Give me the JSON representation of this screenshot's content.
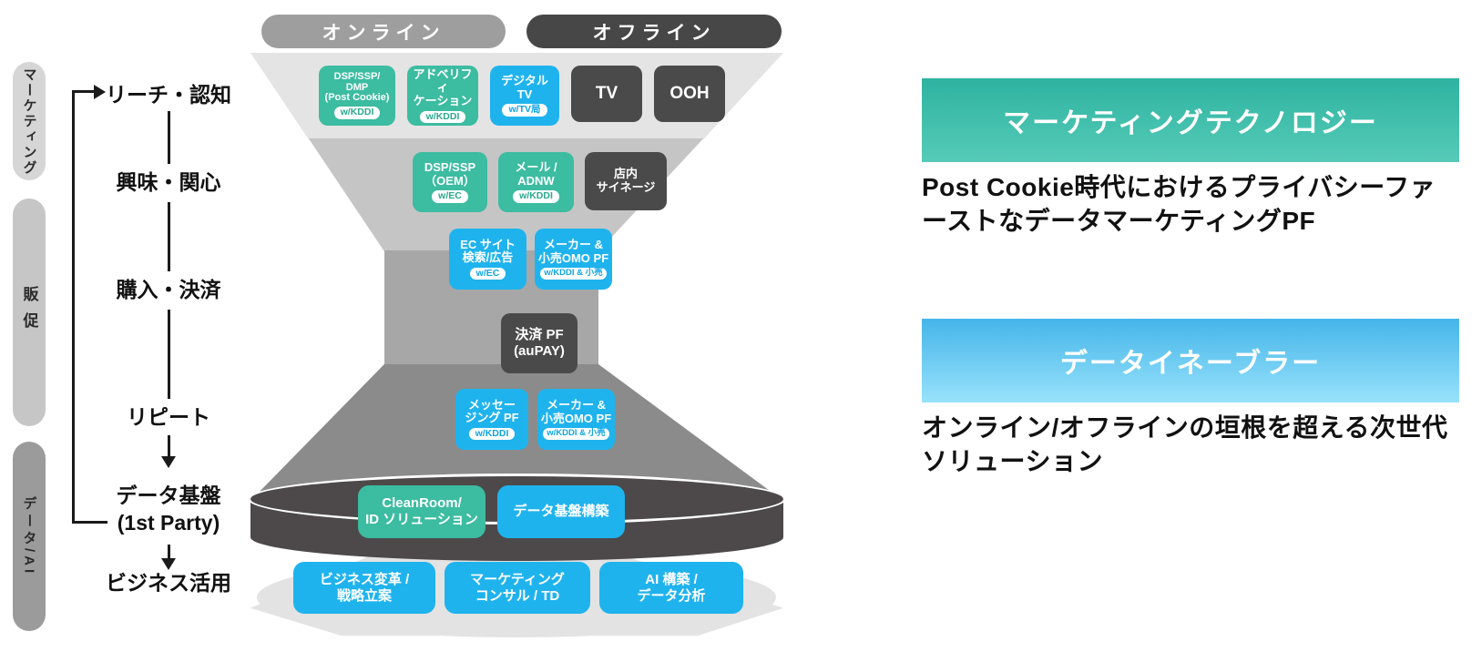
{
  "colors": {
    "teal_box": "#3cbca1",
    "blue_box": "#1fb3ee",
    "dark_box": "#4a4a4a",
    "online_pill": "#9e9e9e",
    "offline_pill": "#474747",
    "funnel_band_light": "#e4e4e4",
    "funnel_band_mid": "#c5c5c5",
    "funnel_neck": "#a7a7a7",
    "funnel_lower": "#8b8b8b",
    "cylinder": "#4d494a",
    "fan": "#e3e3e3",
    "banner_teal_top": "#2eb3a0",
    "banner_teal_bottom": "#55cbb8",
    "banner_blue_top": "#45b5e9",
    "banner_blue_bottom": "#98e2fb"
  },
  "sidebar": {
    "pills": [
      {
        "label": "マーケティング"
      },
      {
        "label": "販促"
      },
      {
        "label": "データ/AI"
      }
    ]
  },
  "journey": {
    "stages": [
      "リーチ・認知",
      "興味・関心",
      "購入・決済",
      "リピート",
      "データ基盤\n(1st Party)",
      "ビジネス活用"
    ]
  },
  "channels": {
    "online": "オンライン",
    "offline": "オフライン"
  },
  "funnel": {
    "rows": [
      {
        "boxes": [
          {
            "label": "DSP/SSP/\nDMP\n(Post Cookie)",
            "badge": "w/KDDI",
            "type": "teal"
          },
          {
            "label": "アドベリフィ\nケーション",
            "badge": "w/KDDI",
            "type": "teal"
          },
          {
            "label": "デジタル\nTV",
            "badge": "w/TV局",
            "type": "blue"
          },
          {
            "label": "TV",
            "type": "dark"
          },
          {
            "label": "OOH",
            "type": "dark"
          }
        ]
      },
      {
        "boxes": [
          {
            "label": "DSP/SSP\n（OEM）",
            "badge": "w/EC",
            "type": "teal"
          },
          {
            "label": "メール /\nADNW",
            "badge": "w/KDDI",
            "type": "teal"
          },
          {
            "label": "店内\nサイネージ",
            "type": "dark"
          }
        ]
      },
      {
        "boxes": [
          {
            "label": "EC サイト\n検索/広告",
            "badge": "w/EC",
            "type": "blue"
          },
          {
            "label": "メーカー &\n小売OMO PF",
            "badge": "w/KDDI & 小売",
            "type": "blue"
          }
        ]
      },
      {
        "boxes": [
          {
            "label": "決済 PF\n(auPAY)",
            "type": "dark"
          }
        ]
      },
      {
        "boxes": [
          {
            "label": "メッセー\nジング PF",
            "badge": "w/KDDI",
            "type": "blue"
          },
          {
            "label": "メーカー &\n小売OMO PF",
            "badge": "w/KDDI & 小売",
            "type": "blue"
          }
        ]
      }
    ],
    "data_layer": {
      "boxes": [
        {
          "label": "CleanRoom/\nID ソリューション",
          "type": "teal"
        },
        {
          "label": "データ基盤構築",
          "type": "blue"
        }
      ]
    },
    "application_layer": {
      "boxes": [
        {
          "label": "ビジネス変革 /\n戦略立案",
          "type": "blue"
        },
        {
          "label": "マーケティング\nコンサル / TD",
          "type": "blue"
        },
        {
          "label": "AI 構築 /\nデータ分析",
          "type": "blue"
        }
      ]
    }
  },
  "panels": [
    {
      "title": "マーケティングテクノロジー",
      "description": "Post Cookie時代におけるプライバシーファ\nーストなデータマーケティングPF",
      "theme": "teal"
    },
    {
      "title": "データイネーブラー",
      "description": "オンライン/オフラインの垣根を超える次世代\nソリューション",
      "theme": "blue"
    }
  ]
}
